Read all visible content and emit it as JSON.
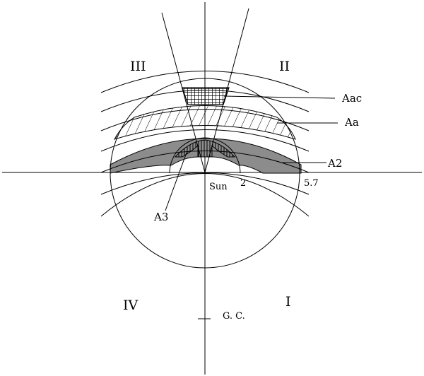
{
  "quadrants": {
    "q1": "I",
    "q2": "II",
    "q3": "III",
    "q4": "IV"
  },
  "labels": {
    "aac": "Aac",
    "aa": "Aa",
    "a2": "A2",
    "a3": "A3",
    "sun": "Sun",
    "radius_inner": "2",
    "radius_outer": "5.7",
    "galactic_center": "G. C."
  },
  "colors": {
    "line": "#000000",
    "a2_fill": "#8c8c8c",
    "background": "#ffffff"
  }
}
